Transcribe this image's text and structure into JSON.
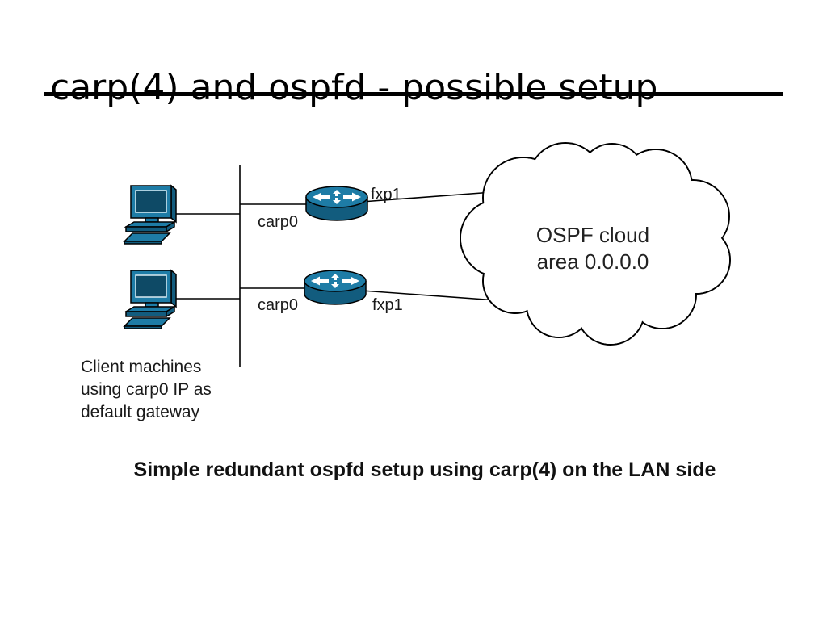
{
  "slide": {
    "title": "carp(4) and ospfd - possible setup",
    "caption": "Simple redundant ospfd setup using carp(4) on the LAN side"
  },
  "diagram": {
    "routers": {
      "top": {
        "carp": "carp0",
        "fxp": "fxp1"
      },
      "bottom": {
        "carp": "carp0",
        "fxp": "fxp1"
      }
    },
    "cloud": {
      "line1": "OSPF cloud",
      "line2": "area 0.0.0.0"
    },
    "client_note": {
      "line1": "Client machines",
      "line2": "using carp0 IP as",
      "line3": "default gateway"
    }
  },
  "colors": {
    "icon_teal": "#1E7CA6",
    "icon_teal_dark": "#125C7E",
    "screen": "#0E4A66",
    "outline": "#000000"
  }
}
